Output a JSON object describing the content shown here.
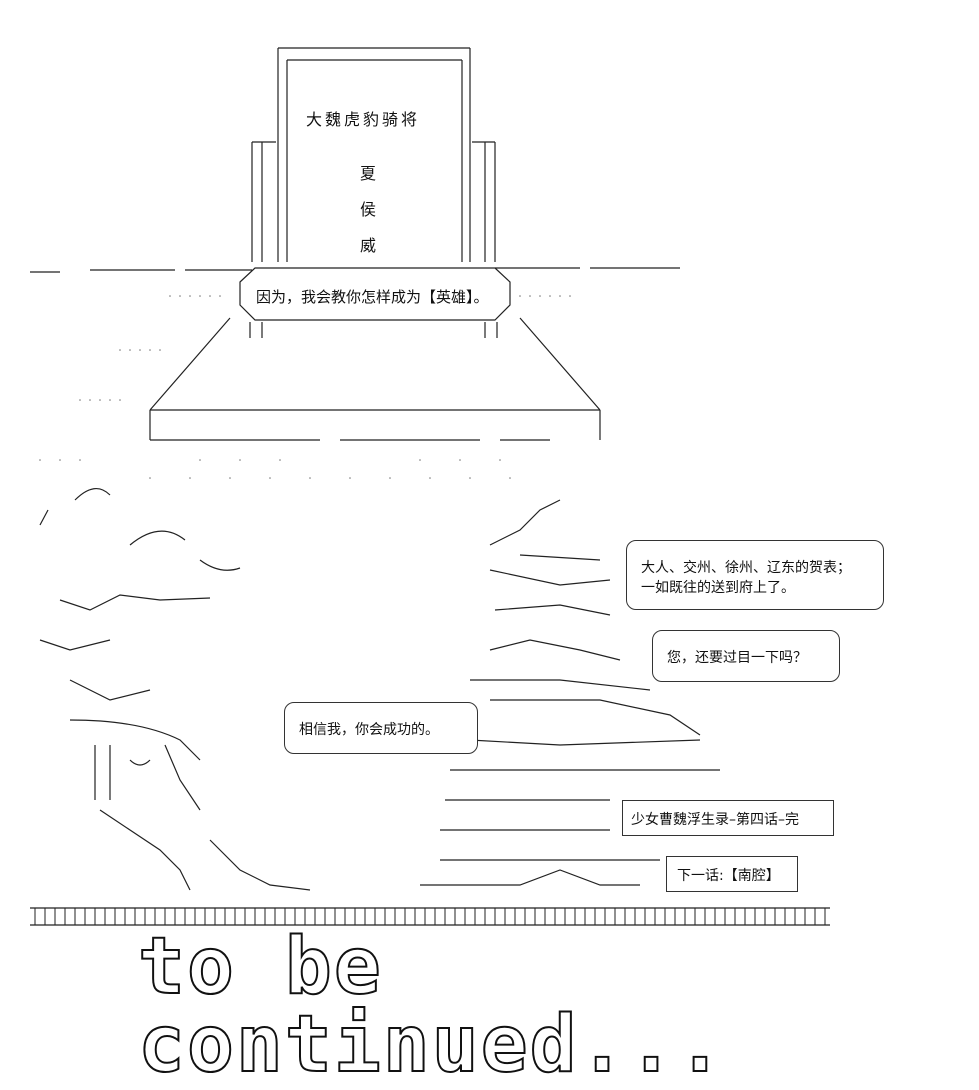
{
  "tombstone": {
    "title": "大魏虎豹骑将",
    "name_chars": [
      "夏",
      "侯",
      "威"
    ]
  },
  "bubbles": {
    "teach_hero": "因为，我会教你怎样成为【英雄】。",
    "believe_me": "相信我，你会成功的。",
    "gifts_line1": "大人、交州、徐州、辽东的贺表；",
    "gifts_line2": "一如既往的送到府上了。",
    "check_it": "您，还要过目一下吗？"
  },
  "labels": {
    "chapter_end": "少女曹魏浮生录–第四话–完",
    "next_episode": "下一话:【南腔】"
  },
  "banner": {
    "text": "to be continued..."
  },
  "colors": {
    "ink": "#111111",
    "background": "#ffffff",
    "dots": "#777777"
  }
}
